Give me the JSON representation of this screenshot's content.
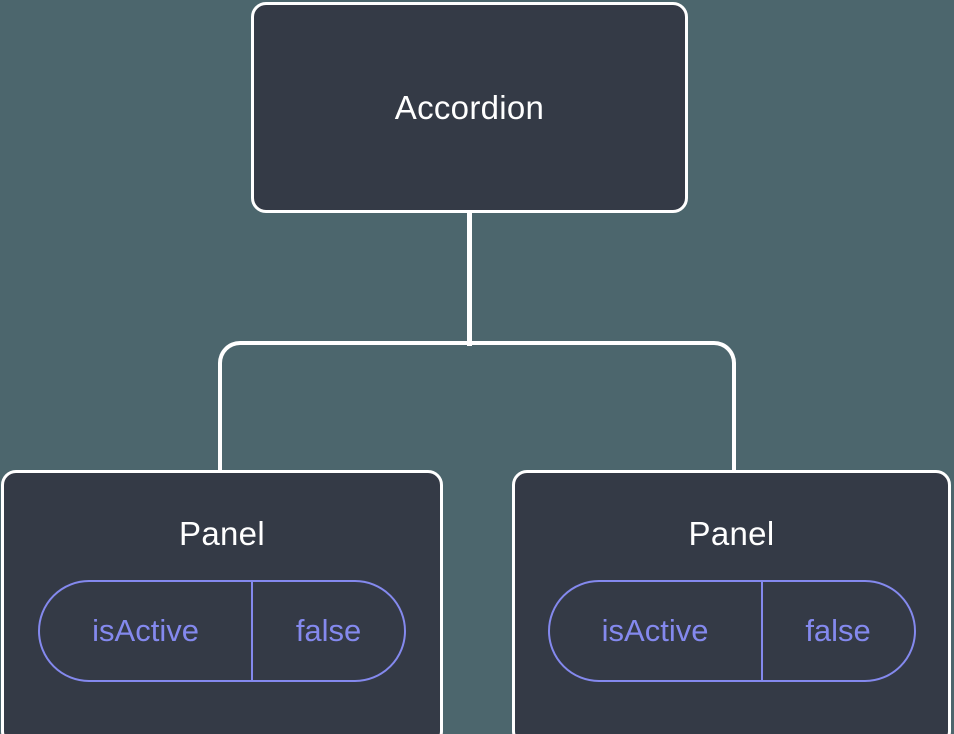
{
  "diagram": {
    "root": {
      "label": "Accordion"
    },
    "children": [
      {
        "label": "Panel",
        "prop": {
          "name": "isActive",
          "value": "false"
        }
      },
      {
        "label": "Panel",
        "prop": {
          "name": "isActive",
          "value": "false"
        }
      }
    ]
  },
  "colors": {
    "background": "#4c666d",
    "node_fill": "#343a46",
    "node_border": "#ffffff",
    "node_text": "#ffffff",
    "connector": "#ffffff",
    "prop_accent": "#8489ee"
  }
}
